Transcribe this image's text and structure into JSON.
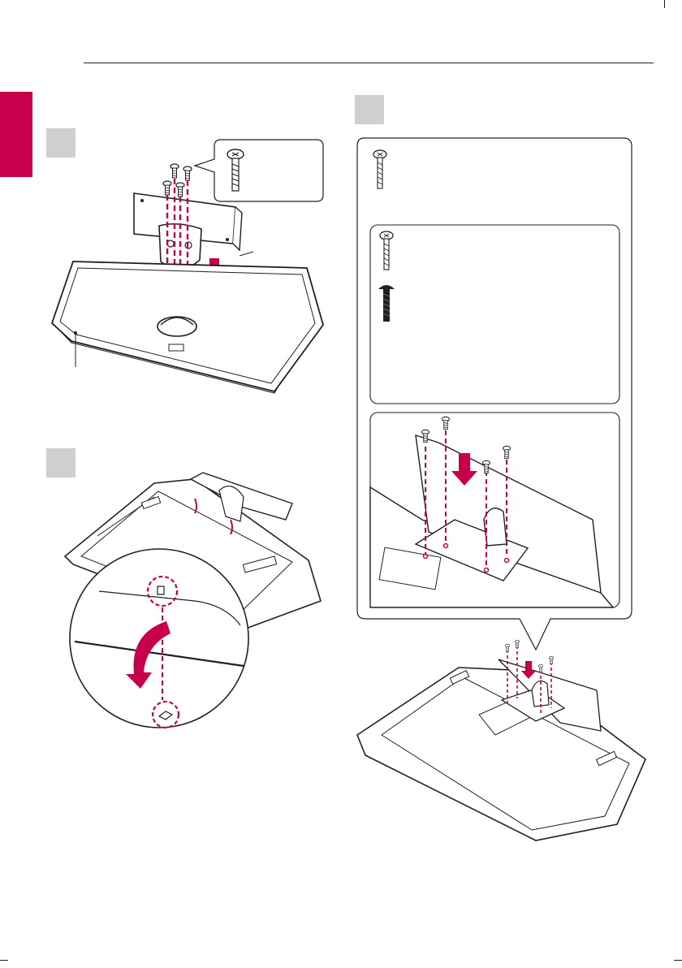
{
  "document": {
    "language_tab_color": "#c8004c",
    "accent_color": "#c8004c",
    "line_color": "#231f20",
    "step_box_color": "#cfcfcf"
  },
  "steps": [
    {
      "id": "step-1",
      "label": ""
    },
    {
      "id": "step-2",
      "label": ""
    },
    {
      "id": "step-3",
      "label": ""
    }
  ],
  "illustrations": [
    {
      "id": "stand-body-to-base",
      "icons": [
        "screw-icon",
        "stand-body",
        "stand-base"
      ]
    },
    {
      "id": "stand-to-tv-hook",
      "icons": [
        "tv-back",
        "hook-detail",
        "arrow-icon"
      ]
    },
    {
      "id": "stand-screws-to-tv",
      "icons": [
        "screw-icon",
        "bolt-icon",
        "tv-back"
      ]
    }
  ]
}
